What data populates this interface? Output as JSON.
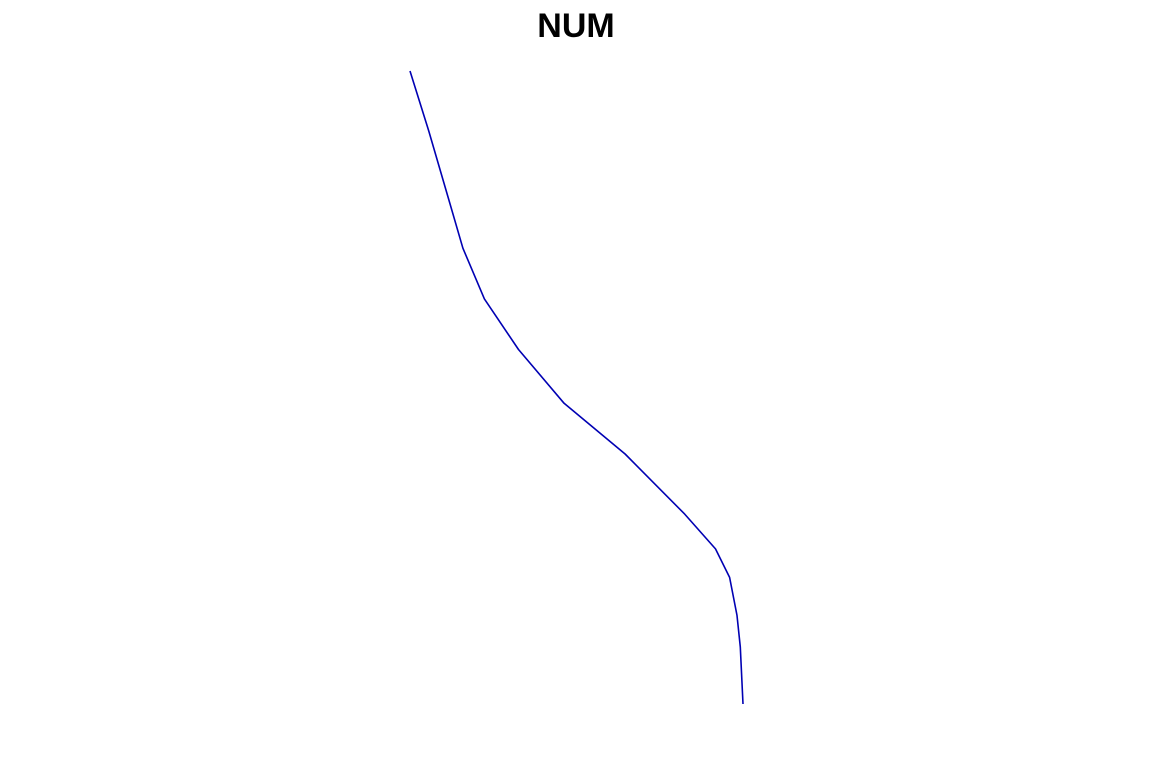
{
  "chart_data": {
    "type": "line",
    "title": "NUM",
    "xlabel": "",
    "ylabel": "",
    "axes_visible": false,
    "grid": false,
    "xlim": [
      0,
      1
    ],
    "ylim": [
      0,
      1
    ],
    "series": [
      {
        "color": "#0000b3",
        "x": [
          0.0,
          0.028,
          0.057,
          0.079,
          0.111,
          0.162,
          0.23,
          0.321,
          0.41,
          0.456,
          0.477,
          0.488,
          0.493,
          0.497
        ],
        "y": [
          1.0,
          0.905,
          0.8,
          0.72,
          0.64,
          0.56,
          0.475,
          0.395,
          0.3,
          0.245,
          0.2,
          0.14,
          0.09,
          0.0
        ]
      }
    ]
  }
}
